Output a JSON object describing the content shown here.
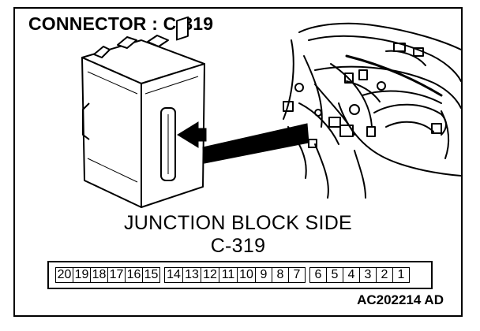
{
  "title": "CONNECTOR : C-319",
  "caption": {
    "line1": "JUNCTION BLOCK SIDE",
    "line2": "C-319"
  },
  "pins": [
    "20",
    "19",
    "18",
    "17",
    "16",
    "15",
    "14",
    "13",
    "12",
    "11",
    "10",
    "9",
    "8",
    "7",
    "6",
    "5",
    "4",
    "3",
    "2",
    "1"
  ],
  "figure_code": "AC202214 AD"
}
